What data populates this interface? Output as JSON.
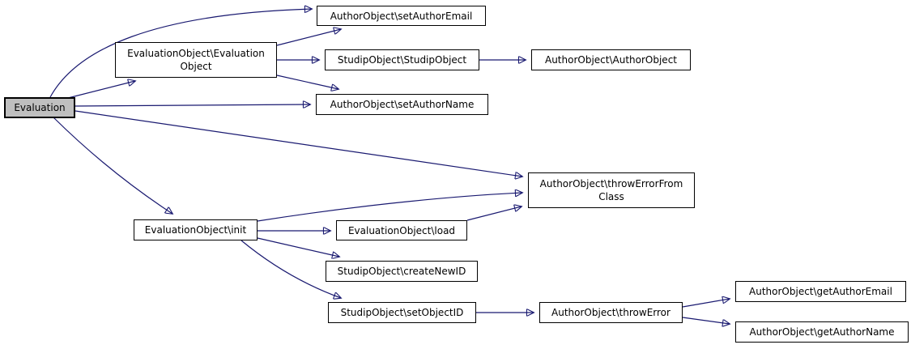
{
  "diagram": {
    "type": "call-graph",
    "colors": {
      "edge": "#191970",
      "node_border": "#000000",
      "node_fill": "#ffffff",
      "highlight_fill": "#bfbfbf",
      "background": "#ffffff"
    },
    "nodes": {
      "evaluation": {
        "label": "Evaluation",
        "highlighted": true
      },
      "evaluation_object": {
        "label": "EvaluationObject\\Evaluation\nObject",
        "highlighted": false
      },
      "set_author_email": {
        "label": "AuthorObject\\setAuthorEmail",
        "highlighted": false
      },
      "studip_object": {
        "label": "StudipObject\\StudipObject",
        "highlighted": false
      },
      "author_object": {
        "label": "AuthorObject\\AuthorObject",
        "highlighted": false
      },
      "set_author_name": {
        "label": "AuthorObject\\setAuthorName",
        "highlighted": false
      },
      "throw_error_from_class": {
        "label": "AuthorObject\\throwErrorFrom\nClass",
        "highlighted": false
      },
      "init": {
        "label": "EvaluationObject\\init",
        "highlighted": false
      },
      "load": {
        "label": "EvaluationObject\\load",
        "highlighted": false
      },
      "create_new_id": {
        "label": "StudipObject\\createNewID",
        "highlighted": false
      },
      "set_object_id": {
        "label": "StudipObject\\setObjectID",
        "highlighted": false
      },
      "throw_error": {
        "label": "AuthorObject\\throwError",
        "highlighted": false
      },
      "get_author_email": {
        "label": "AuthorObject\\getAuthorEmail",
        "highlighted": false
      },
      "get_author_name": {
        "label": "AuthorObject\\getAuthorName",
        "highlighted": false
      }
    },
    "edges": [
      {
        "from": "evaluation",
        "to": "set_author_email"
      },
      {
        "from": "evaluation",
        "to": "evaluation_object"
      },
      {
        "from": "evaluation",
        "to": "set_author_name"
      },
      {
        "from": "evaluation",
        "to": "throw_error_from_class"
      },
      {
        "from": "evaluation",
        "to": "init"
      },
      {
        "from": "evaluation_object",
        "to": "set_author_email"
      },
      {
        "from": "evaluation_object",
        "to": "studip_object"
      },
      {
        "from": "evaluation_object",
        "to": "set_author_name"
      },
      {
        "from": "studip_object",
        "to": "author_object"
      },
      {
        "from": "init",
        "to": "throw_error_from_class"
      },
      {
        "from": "init",
        "to": "load"
      },
      {
        "from": "init",
        "to": "create_new_id"
      },
      {
        "from": "init",
        "to": "set_object_id"
      },
      {
        "from": "load",
        "to": "throw_error_from_class"
      },
      {
        "from": "set_object_id",
        "to": "throw_error"
      },
      {
        "from": "throw_error",
        "to": "get_author_email"
      },
      {
        "from": "throw_error",
        "to": "get_author_name"
      }
    ]
  }
}
